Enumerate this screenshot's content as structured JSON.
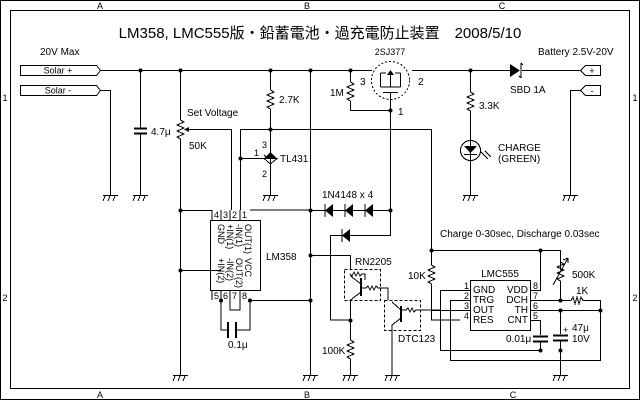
{
  "title": "LM358, LMC555版・鉛蓄電池・過充電防止装置　2008/5/10",
  "border": {
    "columns": [
      "A",
      "B",
      "C"
    ],
    "rows": [
      "1",
      "2"
    ]
  },
  "ports": {
    "input_note": "20V Max",
    "solar_plus": "Solar +",
    "solar_minus": "Solar -",
    "battery_note": "Battery 2.5V-20V",
    "battery_plus": "+",
    "battery_minus": "-"
  },
  "components": {
    "c_in": "4.7μ",
    "vr_set": "50K",
    "set_voltage": "Set Voltage",
    "r_27k": "2.7K",
    "tl431": "TL431",
    "tl431_pins": [
      "1",
      "3",
      "2"
    ],
    "mosfet": "2SJ377",
    "mosfet_pins": [
      "1",
      "2",
      "3"
    ],
    "r_1m": "1M",
    "r_33k": "3.3K",
    "led_label_1": "CHARGE",
    "led_label_2": "(GREEN)",
    "sbd": "SBD 1A",
    "diodes": "1N4148 x 4",
    "lm358": "LM358",
    "lm358_pins_top": [
      "4",
      "3",
      "2",
      "1"
    ],
    "lm358_pins_bottom": [
      "5",
      "6",
      "7",
      "8"
    ],
    "lm358_names_top": [
      "GND",
      "+IN(1)",
      "-IN(1)",
      "OUT(1)"
    ],
    "lm358_names_bottom": [
      "+IN(2)",
      "-IN(2)",
      "OUT(2)",
      "VCC"
    ],
    "c_lm358": "0.1μ",
    "rn2205": "RN2205",
    "dtc123": "DTC123",
    "r_100k": "100K",
    "r_10k": "10K",
    "timing_note": "Charge 0-30sec, Discharge 0.03sec",
    "lmc555": "LMC555",
    "lmc555_left_pins": [
      "1",
      "2",
      "3",
      "4"
    ],
    "lmc555_left_names": [
      "GND",
      "TRG",
      "OUT",
      "RES"
    ],
    "lmc555_right_pins": [
      "8",
      "7",
      "6",
      "5"
    ],
    "lmc555_right_names": [
      "VDD",
      "DCH",
      "TH",
      "CNT"
    ],
    "vr_500k": "500K",
    "r_1k": "1K",
    "c_001": "0.01μ",
    "c_47": "47μ",
    "c_47_v": "10V"
  }
}
